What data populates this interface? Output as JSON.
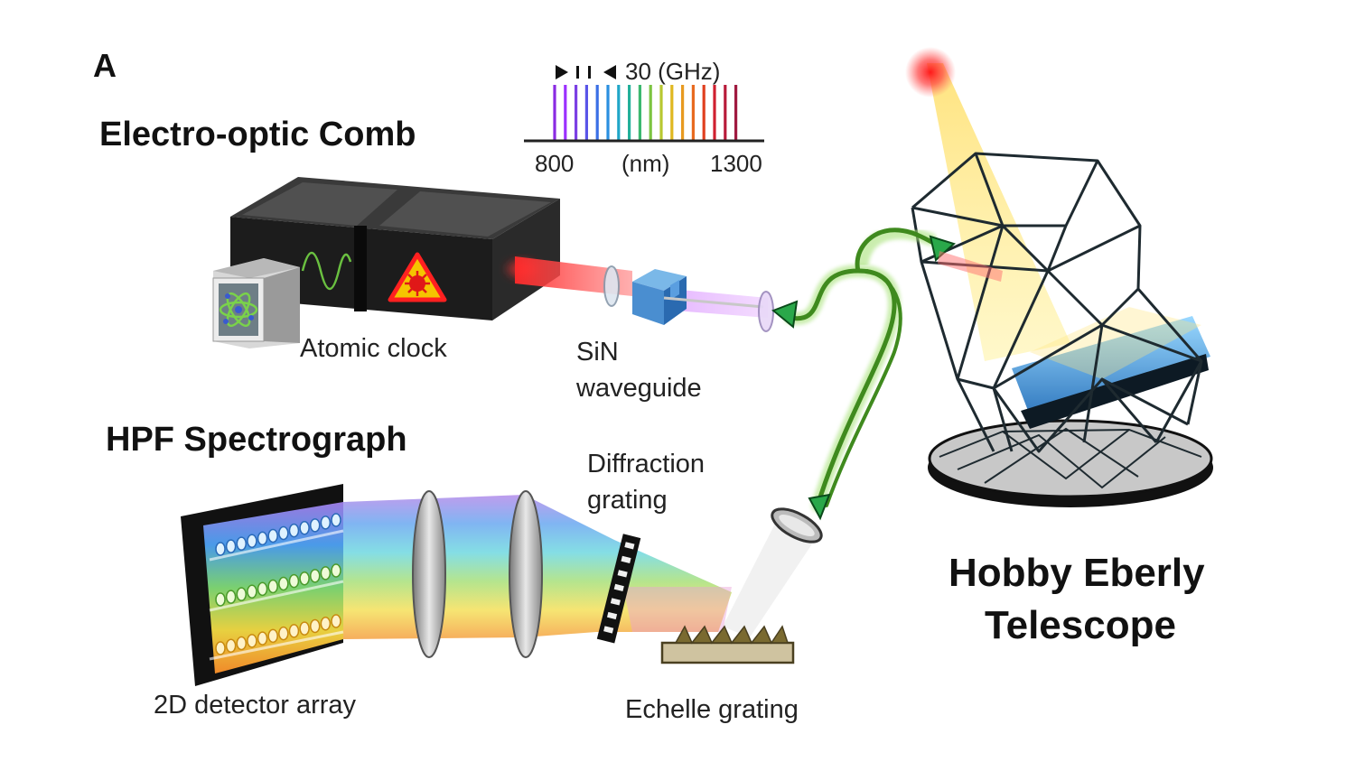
{
  "panel_letter": "A",
  "comb": {
    "title": "Electro-optic Comb",
    "spacing_label": "30 (GHz)",
    "axis_min": "800",
    "axis_unit": "(nm)",
    "axis_max": "1300",
    "line_colors": [
      "#8a2be2",
      "#9b30ff",
      "#7b3fe4",
      "#5a55e8",
      "#3a6fe6",
      "#2a90e0",
      "#20a6c8",
      "#22b09a",
      "#3cb870",
      "#7cc440",
      "#b8c830",
      "#e0b820",
      "#e89a20",
      "#e86a20",
      "#e04020",
      "#d02030",
      "#b81a3a",
      "#a01a40"
    ]
  },
  "labels": {
    "atomic_clock": "Atomic clock",
    "sin_line1": "SiN",
    "sin_line2": "waveguide",
    "hpf": "HPF Spectrograph",
    "diffraction_line1": "Diffraction",
    "diffraction_line2": "grating",
    "detector": "2D detector array",
    "echelle": "Echelle grating",
    "telescope_line1": "Hobby Eberly",
    "telescope_line2": "Telescope"
  },
  "colors": {
    "fiber": "#3f8a1e",
    "fiber_glow": "#a8e27a",
    "laser_red": "#ff3030",
    "frame": "#1e2a30",
    "mirror_blue": "#3aa6e8",
    "star_red": "#ff2020"
  }
}
